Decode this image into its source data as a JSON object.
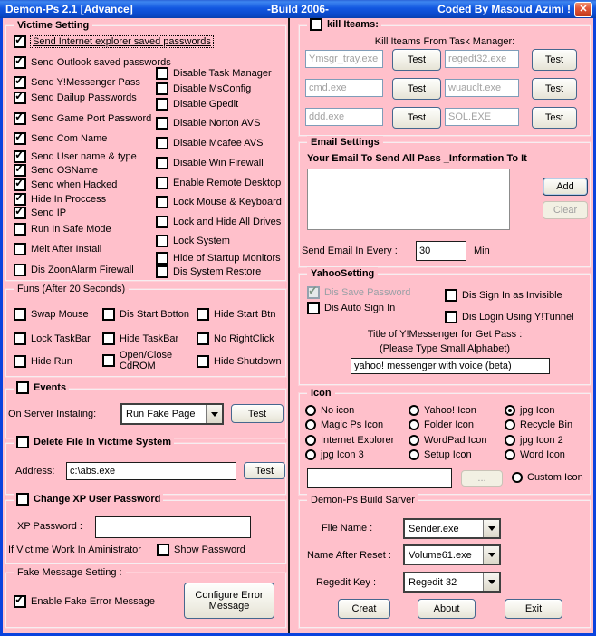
{
  "colors": {
    "background": "#ffc0cb",
    "titlebar_blue": "#1257e0",
    "window_border": "#0a43dd",
    "close_red": "#c33a1c"
  },
  "window": {
    "title_left": "Demon-Ps 2.1  [Advance]",
    "title_center": "-Build 2006-",
    "title_right": "Coded By Masoud Azimi !"
  },
  "victime_setting": {
    "title": "Victime Setting",
    "left_items": [
      {
        "label": "Send Internet explorer saved passwords",
        "checked": true
      },
      {
        "label": "Send Outlook saved passwords",
        "checked": true
      },
      {
        "label": "Send Y!Messenger Pass",
        "checked": true
      },
      {
        "label": "Send Dailup Passwords",
        "checked": true
      },
      {
        "label": "Send Game Port Password",
        "checked": true
      },
      {
        "label": "Send Com Name",
        "checked": true
      },
      {
        "label": "Send User name & type",
        "checked": true
      },
      {
        "label": "Send OSName",
        "checked": true
      },
      {
        "label": "Send when Hacked",
        "checked": true
      },
      {
        "label": "Hide In Proccess",
        "checked": true
      },
      {
        "label": "Send IP",
        "checked": true
      },
      {
        "label": "Run In Safe Mode",
        "checked": false
      },
      {
        "label": "Melt After Install",
        "checked": false
      },
      {
        "label": "Dis ZoonAlarm Firewall",
        "checked": false
      }
    ],
    "right_items": [
      {
        "label": "Disable Task Manager",
        "checked": false
      },
      {
        "label": "Disable MsConfig",
        "checked": false
      },
      {
        "label": "Disable Gpedit",
        "checked": false
      },
      {
        "label": "Disable Norton AVS",
        "checked": false
      },
      {
        "label": "Disable Mcafee AVS",
        "checked": false
      },
      {
        "label": "Disable Win Firewall",
        "checked": false
      },
      {
        "label": "Enable Remote Desktop",
        "checked": false
      },
      {
        "label": "Lock Mouse & Keyboard",
        "checked": false
      },
      {
        "label": "Lock and Hide All Drives",
        "checked": false
      },
      {
        "label": "Lock System",
        "checked": false
      },
      {
        "label": "Hide of Startup Monitors",
        "checked": false
      },
      {
        "label": "Dis System Restore",
        "checked": false
      }
    ]
  },
  "funs": {
    "title": "Funs (After 20 Seconds)",
    "items": [
      {
        "label": "Swap Mouse",
        "checked": false
      },
      {
        "label": "Dis Start Botton",
        "checked": false
      },
      {
        "label": "Hide Start Btn",
        "checked": false
      },
      {
        "label": "Lock TaskBar",
        "checked": false
      },
      {
        "label": "Hide TaskBar",
        "checked": false
      },
      {
        "label": "No RightClick",
        "checked": false
      },
      {
        "label": "Hide Run",
        "checked": false
      },
      {
        "label": "Open/Close CdROM",
        "checked": false
      },
      {
        "label": "Hide Shutdown",
        "checked": false
      }
    ]
  },
  "events": {
    "title": "Events",
    "checked": false,
    "install_label": "On Server Instaling:",
    "dropdown_value": "Run Fake Page",
    "test_label": "Test"
  },
  "delete_file": {
    "title": "Delete File In Victime System",
    "checked": false,
    "address_label": "Address:",
    "address_value": "c:\\abs.exe",
    "test_label": "Test"
  },
  "change_xp": {
    "title": "Change XP User Password",
    "checked": false,
    "password_label": "XP Password :",
    "password_value": "",
    "note": "If Victime Work In Aministrator",
    "show_password": {
      "label": "Show Password",
      "checked": false
    }
  },
  "fake_message": {
    "title": "Fake Message Setting :",
    "enable": {
      "label": "Enable Fake Error Message",
      "checked": true
    },
    "configure_label": "Configure Error Message"
  },
  "kill_iteams": {
    "title": "kill Iteams:",
    "checked": false,
    "subtitle": "Kill Iteams From Task Manager:",
    "processes": [
      "Ymsgr_tray.exe",
      "regedt32.exe",
      "cmd.exe",
      "wuauclt.exe",
      "ddd.exe",
      "SOL.EXE"
    ],
    "test_label": "Test"
  },
  "email_settings": {
    "title": "Email Settings",
    "subtitle": "Your Email To Send All Pass _Information To It",
    "add_label": "Add",
    "clear_label": "Clear",
    "interval_label": "Send Email In Every :",
    "interval_value": "30",
    "interval_unit": "Min"
  },
  "yahoo_setting": {
    "title": "YahooSetting",
    "items": [
      {
        "label": "Dis Save Password",
        "checked": true,
        "disabled": true
      },
      {
        "label": "Dis Auto Sign In",
        "checked": false
      },
      {
        "label": "Dis Sign In as Invisible",
        "checked": false
      },
      {
        "label": "Dis Login Using Y!Tunnel",
        "checked": false
      }
    ],
    "caption_line1": "Title of Y!Messenger for Get Pass  :",
    "caption_line2": "(Please Type Small Alphabet)",
    "title_value": "yahoo! messenger with voice (beta)"
  },
  "icon": {
    "title": "Icon",
    "options": [
      {
        "label": "No icon",
        "selected": false
      },
      {
        "label": "Magic Ps Icon",
        "selected": false
      },
      {
        "label": "Internet Explorer",
        "selected": false
      },
      {
        "label": "jpg Icon 3",
        "selected": false
      },
      {
        "label": "Yahoo! Icon",
        "selected": false
      },
      {
        "label": "Folder Icon",
        "selected": false
      },
      {
        "label": "WordPad Icon",
        "selected": false
      },
      {
        "label": "Setup Icon",
        "selected": false
      },
      {
        "label": "jpg Icon",
        "selected": true
      },
      {
        "label": "Recycle Bin",
        "selected": false
      },
      {
        "label": "jpg Icon 2",
        "selected": false
      },
      {
        "label": "Word Icon",
        "selected": false
      }
    ],
    "custom_path_value": "",
    "browse_label": "...",
    "custom": {
      "label": "Custom Icon",
      "selected": false
    }
  },
  "build_sarver": {
    "title": "Demon-Ps Build Sarver",
    "file_name_label": "File Name :",
    "file_name_value": "Sender.exe",
    "name_after_reset_label": "Name After Reset :",
    "name_after_reset_value": "Volume61.exe",
    "regedit_key_label": "Regedit Key :",
    "regedit_key_value": "Regedit 32",
    "creat_label": "Creat",
    "about_label": "About",
    "exit_label": "Exit"
  }
}
